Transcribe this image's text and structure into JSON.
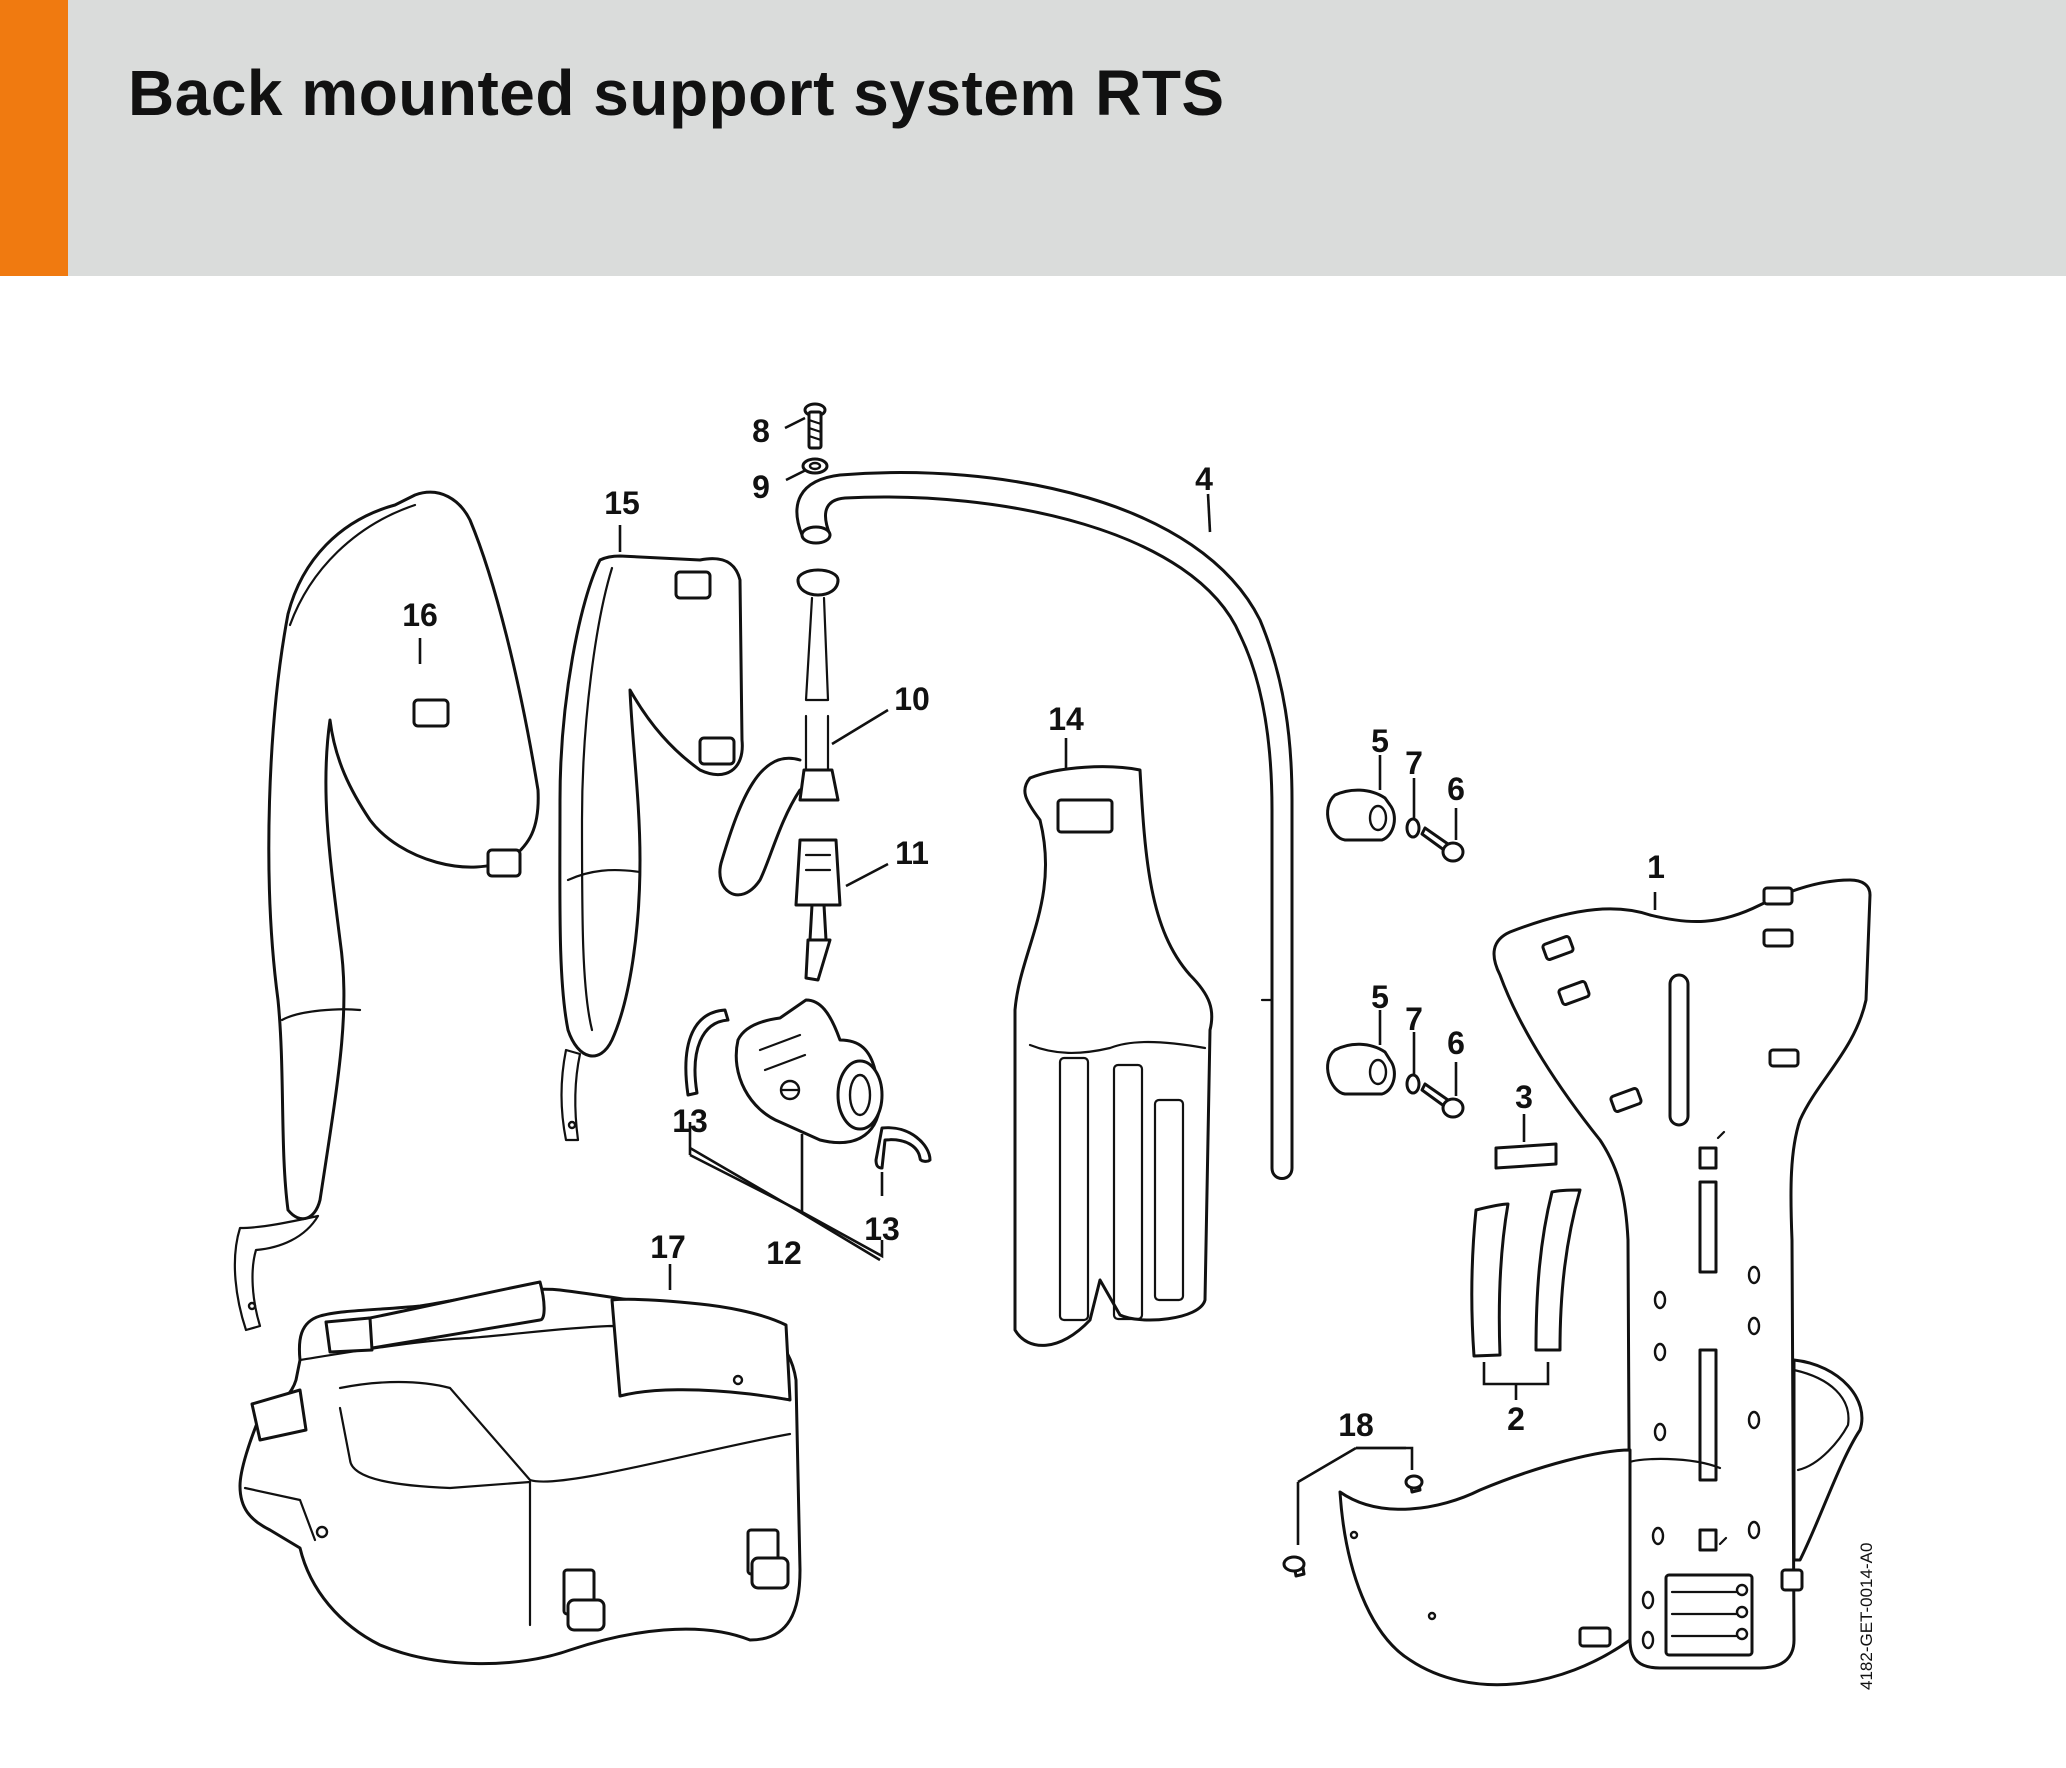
{
  "header": {
    "title": "Back mounted support system RTS",
    "accent_color": "#f07a10",
    "background_color": "#dadcdb"
  },
  "diagram": {
    "callouts": [
      "1",
      "2",
      "3",
      "4",
      "5",
      "5",
      "6",
      "6",
      "7",
      "7",
      "8",
      "9",
      "10",
      "11",
      "12",
      "13",
      "13",
      "14",
      "15",
      "16",
      "17",
      "18"
    ],
    "drawing_reference": "4182-GET-0014-A0"
  }
}
